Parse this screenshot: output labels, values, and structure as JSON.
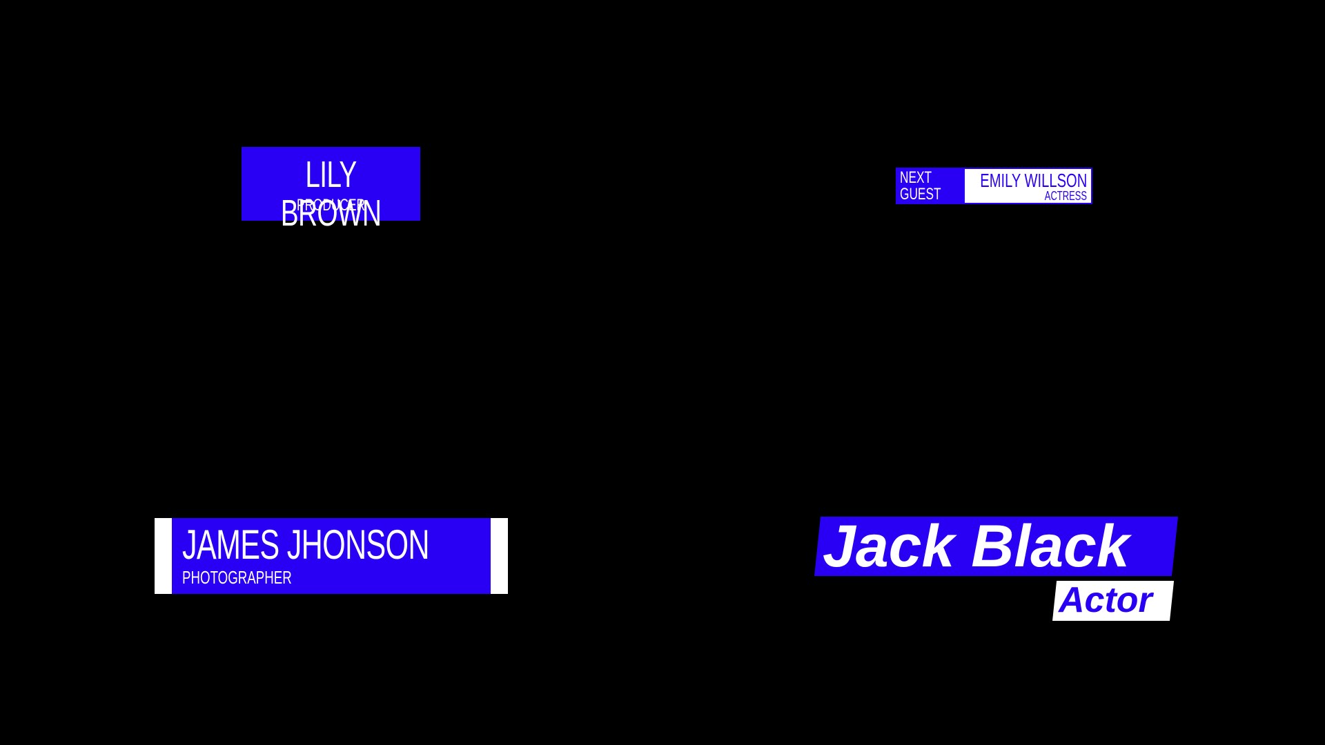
{
  "colors": {
    "background": "#000000",
    "accent": "#2a00f5",
    "light": "#ffffff"
  },
  "lower_thirds": {
    "lily": {
      "name": "LILY BROWN",
      "role": "PRODUCER"
    },
    "next_guest": {
      "label_line1": "NEXT",
      "label_line2": "GUEST",
      "name": "EMILY WILLSON",
      "role": "ACTRESS"
    },
    "james": {
      "name": "JAMES JHONSON",
      "role": "PHOTOGRAPHER"
    },
    "jack": {
      "name": "Jack Black",
      "role": "Actor"
    }
  }
}
